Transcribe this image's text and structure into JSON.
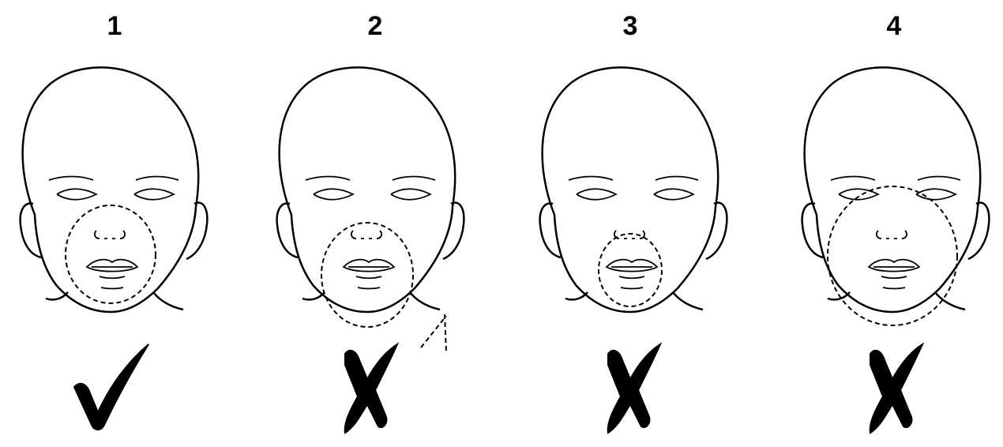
{
  "panels": [
    {
      "number": "1",
      "result": "correct",
      "mark_icon": "checkmark-icon",
      "mask_size": "nose-and-mouth"
    },
    {
      "number": "2",
      "result": "incorrect",
      "mark_icon": "x-mark-icon",
      "mask_size": "too-low-covering-chin"
    },
    {
      "number": "3",
      "result": "incorrect",
      "mark_icon": "x-mark-icon",
      "mask_size": "too-small"
    },
    {
      "number": "4",
      "result": "incorrect",
      "mark_icon": "x-mark-icon",
      "mask_size": "too-large"
    }
  ],
  "colors": {
    "line": "#000000",
    "background": "#ffffff"
  }
}
